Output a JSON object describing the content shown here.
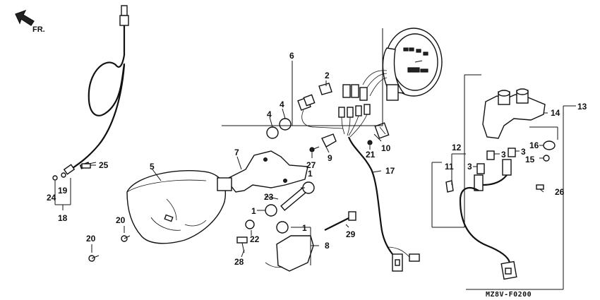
{
  "direction_label": "FR.",
  "diagram_code": "MZ8V-F0200",
  "callouts": {
    "c1a": "1",
    "c1b": "1",
    "c1c": "1",
    "c2": "2",
    "c3a": "3",
    "c3b": "3",
    "c3c": "3",
    "c4a": "4",
    "c4b": "4",
    "c5": "5",
    "c6": "6",
    "c7": "7",
    "c8": "8",
    "c9": "9",
    "c10": "10",
    "c11": "11",
    "c12": "12",
    "c13": "13",
    "c14": "14",
    "c15": "15",
    "c16": "16",
    "c17": "17",
    "c18": "18",
    "c19": "19",
    "c20a": "20",
    "c20b": "20",
    "c21": "21",
    "c22": "22",
    "c23": "23",
    "c24": "24",
    "c25": "25",
    "c26": "26",
    "c27": "27",
    "c28": "28",
    "c29": "29"
  }
}
